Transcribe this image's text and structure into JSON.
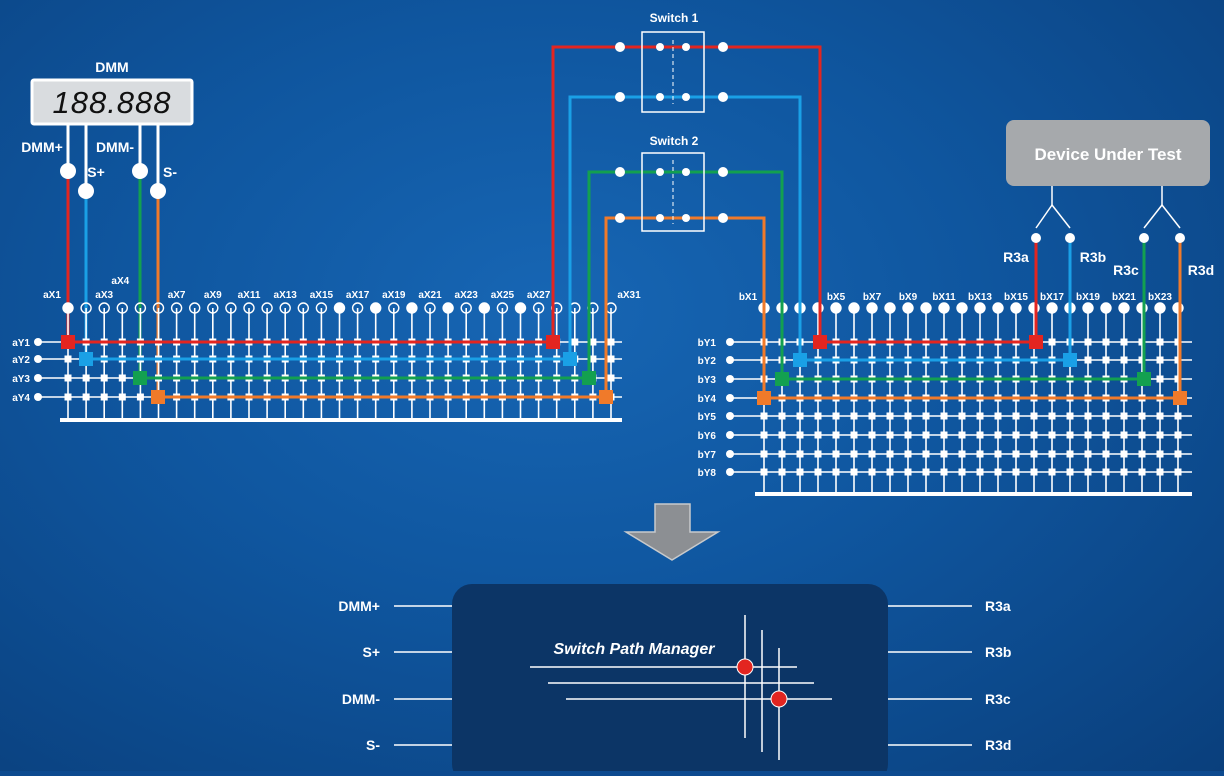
{
  "colors": {
    "background": "#0f569f",
    "red": "#e32520",
    "blue": "#1aa0e6",
    "green": "#13a050",
    "orange": "#f07a2a",
    "white": "#ffffff",
    "spm_box": "#0c3566",
    "dut_box": "#a6a9ac"
  },
  "dmm": {
    "title": "DMM",
    "display": "188.888",
    "terminals": [
      "DMM+",
      "S+",
      "DMM-",
      "S-"
    ]
  },
  "switches": [
    {
      "label": "Switch 1"
    },
    {
      "label": "Switch 2"
    }
  ],
  "dut": {
    "label": "Device Under Test",
    "pins": [
      "R3a",
      "R3b",
      "R3c",
      "R3d"
    ]
  },
  "matrix_a": {
    "col_labels": [
      "aX1",
      "aX3",
      "aX4",
      "aX7",
      "aX9",
      "aX11",
      "aX13",
      "aX15",
      "aX17",
      "aX19",
      "aX21",
      "aX23",
      "aX25",
      "aX27",
      "aX31"
    ],
    "row_labels": [
      "aY1",
      "aY2",
      "aY3",
      "aY4"
    ]
  },
  "matrix_b": {
    "col_labels": [
      "bX1",
      "bX5",
      "bX7",
      "bX9",
      "bX11",
      "bX13",
      "bX15",
      "bX17",
      "bX19",
      "bX21",
      "bX23"
    ],
    "row_labels": [
      "bY1",
      "bY2",
      "bY3",
      "bY4",
      "bY5",
      "bY6",
      "bY7",
      "bY8"
    ]
  },
  "spm": {
    "title": "Switch Path Manager",
    "left_labels": [
      "DMM+",
      "S+",
      "DMM-",
      "S-"
    ],
    "right_labels": [
      "R3a",
      "R3b",
      "R3c",
      "R3d"
    ]
  }
}
